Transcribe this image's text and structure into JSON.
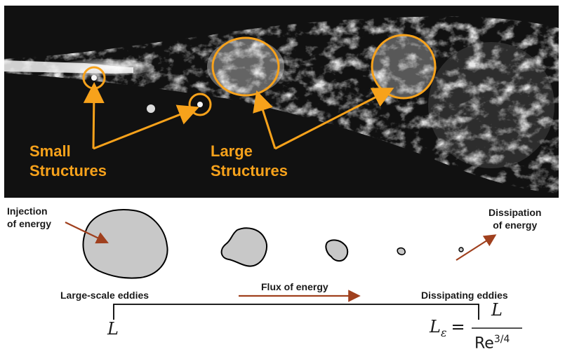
{
  "photo": {
    "small_label_line1": "Small",
    "small_label_line2": "Structures",
    "large_label_line1": "Large",
    "large_label_line2": "Structures",
    "highlight_color": "#f7a21b"
  },
  "cascade": {
    "injection_line1": "Injection",
    "injection_line2": "of energy",
    "dissipation_line1": "Dissipation",
    "dissipation_line2": "of energy",
    "large_scale_label": "Large-scale eddies",
    "flux_label": "Flux of energy",
    "dissipating_label": "Dissipating eddies",
    "arrow_color": "#a0401e",
    "eddy_fill": "#c8c8c8"
  },
  "scales": {
    "left_symbol": "L",
    "right_symbol": "L",
    "right_subscript": "ε",
    "equals": "=",
    "numerator": "L",
    "denominator_base": "Re",
    "denominator_exp": "3/4"
  }
}
